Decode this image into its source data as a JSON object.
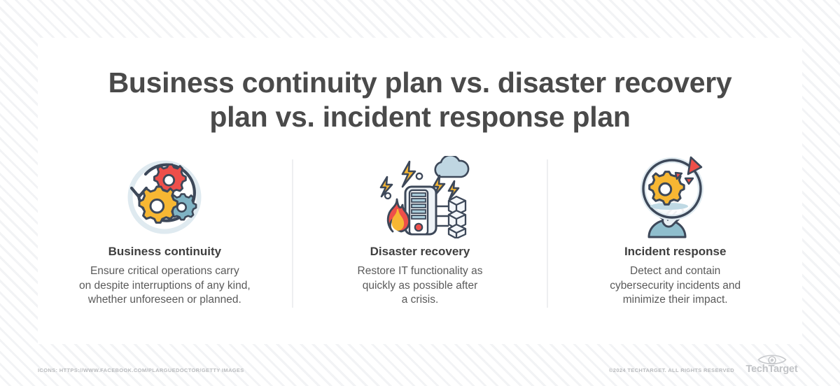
{
  "title": "Business continuity plan vs. disaster recovery plan vs. incident response plan",
  "columns": [
    {
      "icon": "gears-refresh-cycle-icon",
      "title": "Business continuity",
      "description": "Ensure critical operations carry\non despite interruptions of any kind,\nwhether unforeseen or planned."
    },
    {
      "icon": "server-fire-storm-icon",
      "title": "Disaster recovery",
      "description": "Restore IT functionality as\nquickly as possible after\na crisis."
    },
    {
      "icon": "magnifier-person-alert-icon",
      "title": "Incident response",
      "description": "Detect and contain\ncybersecurity incidents and\nminimize their impact."
    }
  ],
  "footer": {
    "credit": "ICONS: HTTPS://WWW.FACEBOOK.COM/PLARGUEDOCTOR/GETTY IMAGES",
    "copyright": "©2024 TECHTARGET. ALL RIGHTS RESERVED",
    "logo_text": "TechTarget",
    "logo_mark": "eye-icon"
  },
  "colors": {
    "background": "#fbfbfc",
    "stripe": "#f2f3f5",
    "card": "#ffffff",
    "title_text": "#4a4a4a",
    "heading_text": "#3f3f3f",
    "body_text": "#5a5a5a",
    "divider": "#eeeff1",
    "footer_text": "#b9bbbe",
    "icon_outline": "#3d4859",
    "icon_red": "#ee4f4a",
    "icon_orange": "#f7b733",
    "icon_blue": "#7fb3c4",
    "icon_light_blue": "#dfeaf0",
    "icon_gray": "#eef1f4"
  }
}
